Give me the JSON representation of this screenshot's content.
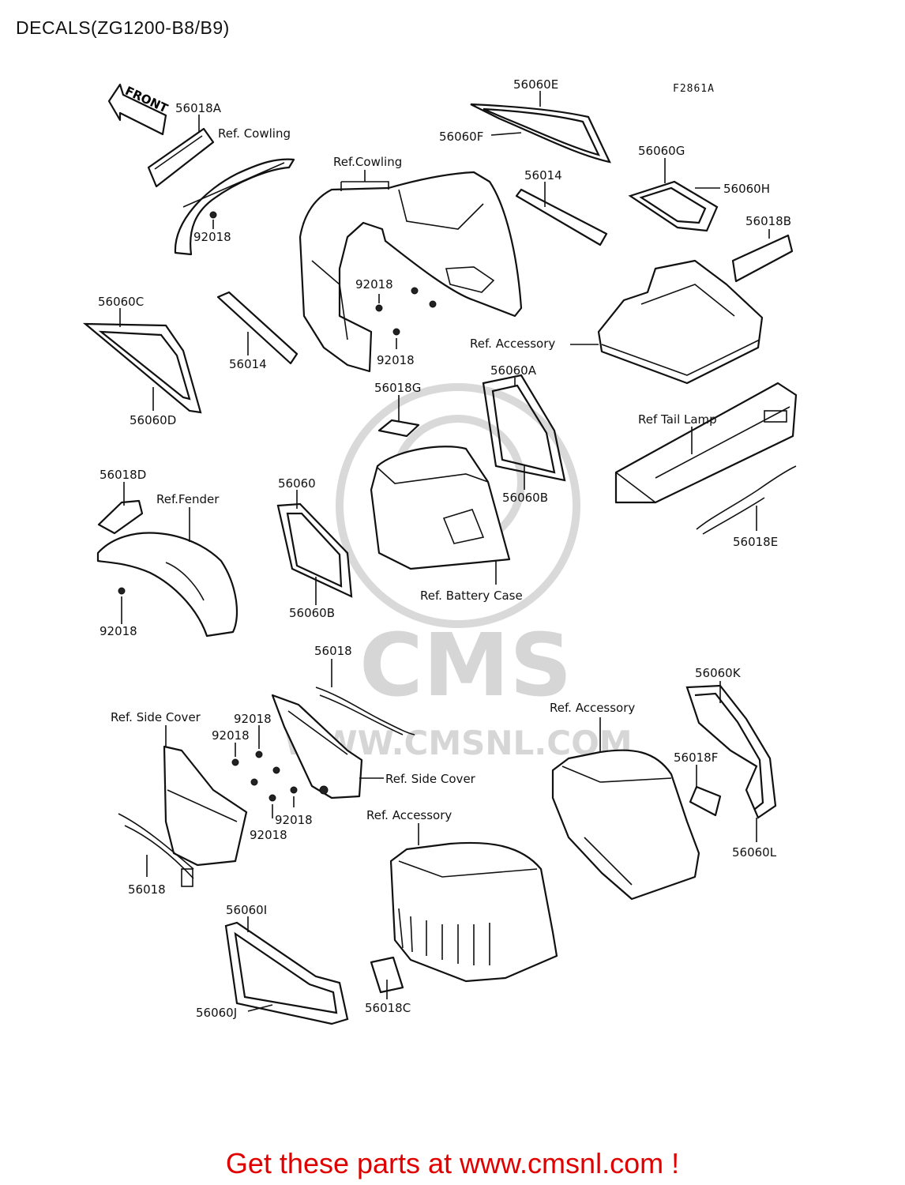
{
  "header": {
    "title": "DECALS(ZG1200-B8/B9)"
  },
  "figure_code": "F2861A",
  "front_arrow_text": "FRONT",
  "watermark": {
    "brand": "CMS",
    "url": "WWW.CMSNL.COM"
  },
  "labels": {
    "p56018A": "56018A",
    "ref_cowling_1": "Ref. Cowling",
    "p92018_a": "92018",
    "ref_cowling_2": "Ref.Cowling",
    "p56060E": "56060E",
    "p56060F": "56060F",
    "p56014_a": "56014",
    "p56060G": "56060G",
    "p56060H": "56060H",
    "p56018B": "56018B",
    "p56060C": "56060C",
    "p92018_b": "92018",
    "p92018_c": "92018",
    "p56014_b": "56014",
    "p56060D": "56060D",
    "ref_accessory_1": "Ref. Accessory",
    "p56018G": "56018G",
    "p56060A": "56060A",
    "ref_tail_lamp": "Ref  Tail Lamp",
    "p56060B_a": "56060B",
    "p56018D": "56018D",
    "ref_fender": "Ref.Fender",
    "p56060": "56060",
    "ref_battery_case": "Ref. Battery Case",
    "p56018E": "56018E",
    "p92018_d": "92018",
    "p56060B_b": "56060B",
    "p56018_a": "56018",
    "p56060K": "56060K",
    "ref_side_cover_1": "Ref. Side Cover",
    "p92018_e": "92018",
    "p92018_f": "92018",
    "ref_accessory_2": "Ref. Accessory",
    "ref_side_cover_2": "Ref. Side Cover",
    "p56018F": "56018F",
    "p92018_g": "92018",
    "p92018_h": "92018",
    "ref_accessory_3": "Ref. Accessory",
    "p56060L": "56060L",
    "p56018_b": "56018",
    "p56060I": "56060I",
    "p56060J": "56060J",
    "p56018C": "56018C"
  },
  "footer": {
    "text": "Get these parts at www.cmsnl.com !",
    "color": "#e00000"
  }
}
